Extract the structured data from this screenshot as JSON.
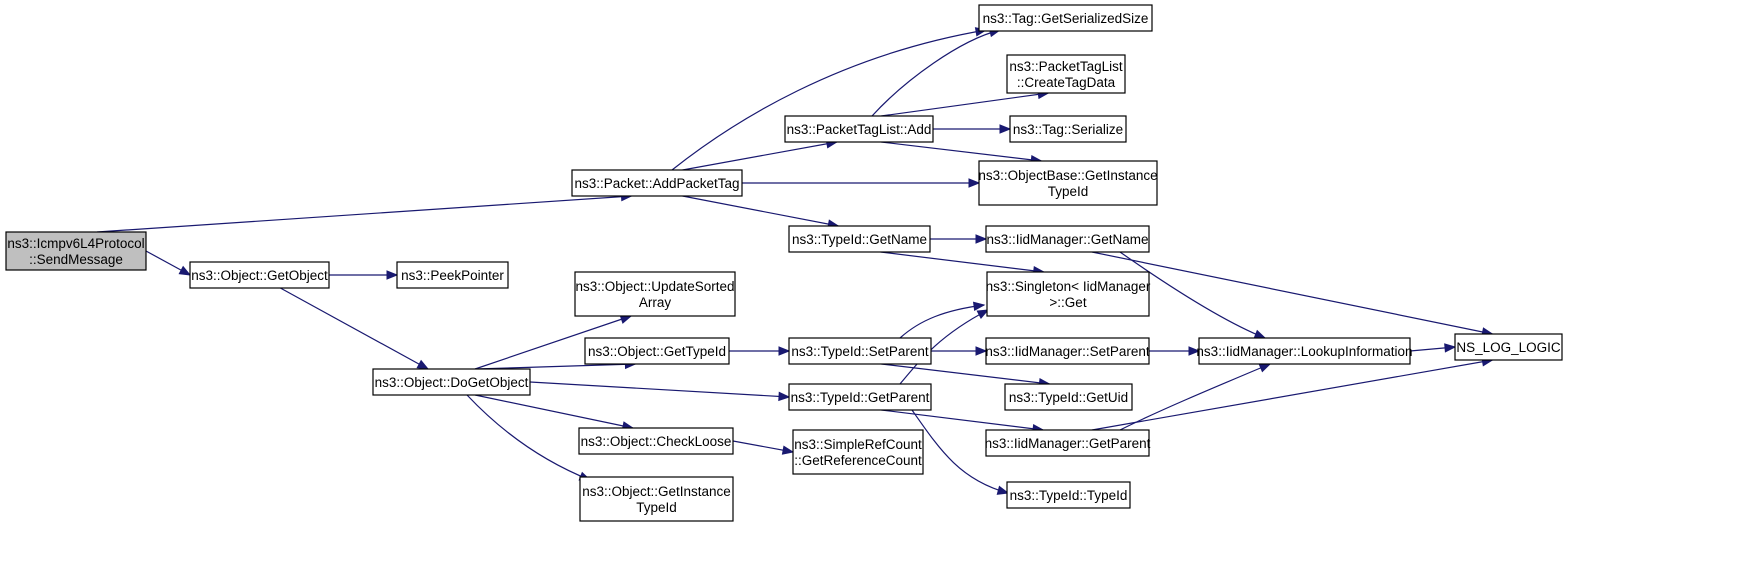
{
  "graph": {
    "colors": {
      "edge": "#191970",
      "node_fill": "#ffffff",
      "root_fill": "#bfbfbf",
      "border": "#000000"
    },
    "nodes": [
      {
        "id": "send",
        "lines": [
          "ns3::Icmpv6L4Protocol",
          "::SendMessage"
        ],
        "root": true
      },
      {
        "id": "getobj",
        "lines": [
          "ns3::Object::GetObject"
        ]
      },
      {
        "id": "peek",
        "lines": [
          "ns3::PeekPointer"
        ]
      },
      {
        "id": "doget",
        "lines": [
          "ns3::Object::DoGetObject"
        ]
      },
      {
        "id": "addtag",
        "lines": [
          "ns3::Packet::AddPacketTag"
        ]
      },
      {
        "id": "ptladd",
        "lines": [
          "ns3::PacketTagList::Add"
        ]
      },
      {
        "id": "tagsize",
        "lines": [
          "ns3::Tag::GetSerializedSize"
        ]
      },
      {
        "id": "create",
        "lines": [
          "ns3::PacketTagList",
          "::CreateTagData"
        ]
      },
      {
        "id": "tagser",
        "lines": [
          "ns3::Tag::Serialize"
        ]
      },
      {
        "id": "obtid",
        "lines": [
          "ns3::ObjectBase::GetInstance",
          "TypeId"
        ]
      },
      {
        "id": "tgname",
        "lines": [
          "ns3::TypeId::GetName"
        ]
      },
      {
        "id": "iidname",
        "lines": [
          "ns3::IidManager::GetName"
        ]
      },
      {
        "id": "single",
        "lines": [
          "ns3::Singleton< IidManager",
          ">::Get"
        ]
      },
      {
        "id": "update",
        "lines": [
          "ns3::Object::UpdateSorted",
          "Array"
        ]
      },
      {
        "id": "gettid",
        "lines": [
          "ns3::Object::GetTypeId"
        ]
      },
      {
        "id": "setpar",
        "lines": [
          "ns3::TypeId::SetParent"
        ]
      },
      {
        "id": "iidset",
        "lines": [
          "ns3::IidManager::SetParent"
        ]
      },
      {
        "id": "lookup",
        "lines": [
          "ns3::IidManager::LookupInformation"
        ]
      },
      {
        "id": "nslog",
        "lines": [
          "NS_LOG_LOGIC"
        ]
      },
      {
        "id": "getuid",
        "lines": [
          "ns3::TypeId::GetUid"
        ]
      },
      {
        "id": "getpar",
        "lines": [
          "ns3::TypeId::GetParent"
        ]
      },
      {
        "id": "iidgetp",
        "lines": [
          "ns3::IidManager::GetParent"
        ]
      },
      {
        "id": "ctor",
        "lines": [
          "ns3::TypeId::TypeId"
        ]
      },
      {
        "id": "check",
        "lines": [
          "ns3::Object::CheckLoose"
        ]
      },
      {
        "id": "refcnt",
        "lines": [
          "ns3::SimpleRefCount",
          "::GetReferenceCount"
        ]
      },
      {
        "id": "objinst",
        "lines": [
          "ns3::Object::GetInstance",
          "TypeId"
        ]
      }
    ],
    "edges": [
      [
        "send",
        "addtag"
      ],
      [
        "send",
        "getobj"
      ],
      [
        "getobj",
        "peek"
      ],
      [
        "getobj",
        "doget"
      ],
      [
        "addtag",
        "tagsize"
      ],
      [
        "addtag",
        "ptladd"
      ],
      [
        "addtag",
        "obtid"
      ],
      [
        "addtag",
        "tgname"
      ],
      [
        "ptladd",
        "tagsize"
      ],
      [
        "ptladd",
        "create"
      ],
      [
        "ptladd",
        "tagser"
      ],
      [
        "ptladd",
        "obtid"
      ],
      [
        "tgname",
        "iidname"
      ],
      [
        "tgname",
        "single"
      ],
      [
        "iidname",
        "lookup"
      ],
      [
        "iidname",
        "nslog"
      ],
      [
        "doget",
        "update"
      ],
      [
        "doget",
        "gettid"
      ],
      [
        "doget",
        "getpar"
      ],
      [
        "doget",
        "check"
      ],
      [
        "doget",
        "objinst"
      ],
      [
        "gettid",
        "setpar"
      ],
      [
        "setpar",
        "single"
      ],
      [
        "setpar",
        "iidset"
      ],
      [
        "setpar",
        "getuid"
      ],
      [
        "iidset",
        "lookup"
      ],
      [
        "lookup",
        "nslog"
      ],
      [
        "getpar",
        "single"
      ],
      [
        "getpar",
        "iidgetp"
      ],
      [
        "getpar",
        "ctor"
      ],
      [
        "iidgetp",
        "lookup"
      ],
      [
        "iidgetp",
        "nslog"
      ],
      [
        "check",
        "refcnt"
      ]
    ]
  }
}
